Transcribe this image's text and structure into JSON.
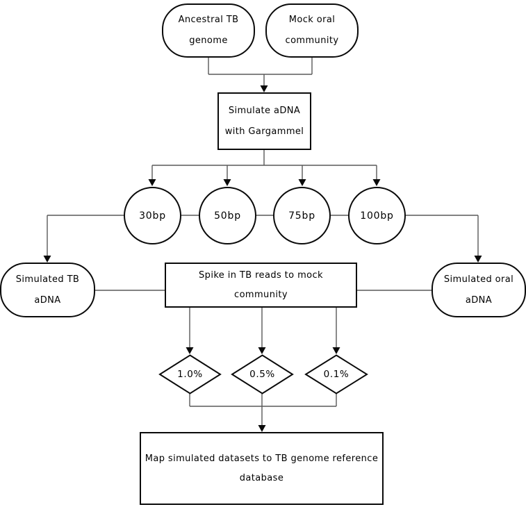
{
  "colors": {
    "background": "#ffffff",
    "node_border": "#0a0a0a",
    "connector": "#595959",
    "arrowhead": "#0a0a0a",
    "text": "#000000"
  },
  "nodes": {
    "ancestral_tb_genome": {
      "shape": "terminator",
      "lines": [
        "Ancestral TB",
        "genome"
      ]
    },
    "mock_oral_community": {
      "shape": "terminator",
      "lines": [
        "Mock oral",
        "community"
      ]
    },
    "simulate_adna": {
      "shape": "process",
      "lines": [
        "Simulate aDNA",
        "with Gargammel"
      ]
    },
    "bp_30": {
      "shape": "circle",
      "label": "30bp"
    },
    "bp_50": {
      "shape": "circle",
      "label": "50bp"
    },
    "bp_75": {
      "shape": "circle",
      "label": "75bp"
    },
    "bp_100": {
      "shape": "circle",
      "label": "100bp"
    },
    "simulated_tb_adna": {
      "shape": "terminator",
      "lines": [
        "Simulated TB",
        "aDNA"
      ]
    },
    "spike_in_tb": {
      "shape": "process",
      "lines": [
        "Spike in TB reads to mock",
        "community"
      ]
    },
    "simulated_oral_adna": {
      "shape": "terminator",
      "lines": [
        "Simulated oral",
        "aDNA"
      ]
    },
    "pct_1_0": {
      "shape": "decision",
      "label": "1.0%"
    },
    "pct_0_5": {
      "shape": "decision",
      "label": "0.5%"
    },
    "pct_0_1": {
      "shape": "decision",
      "label": "0.1%"
    },
    "map_datasets": {
      "shape": "process",
      "lines": [
        "Map simulated datasets to TB genome reference",
        "database"
      ]
    }
  }
}
